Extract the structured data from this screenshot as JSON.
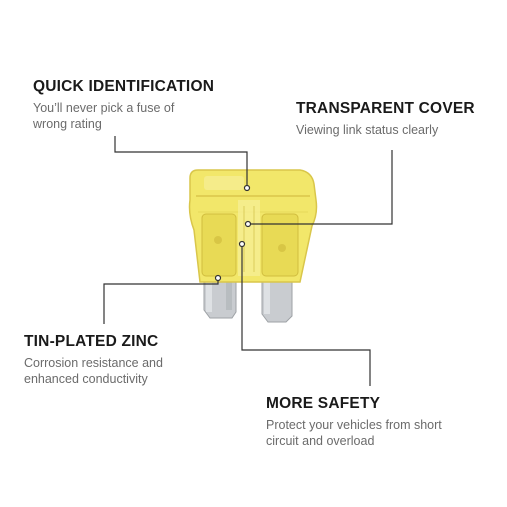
{
  "features": {
    "quick_id": {
      "title": "QUICK IDENTIFICATION",
      "lines": [
        "You’ll never pick a fuse of",
        "wrong rating"
      ]
    },
    "transparent": {
      "title": "TRANSPARENT COVER",
      "lines": [
        "Viewing link status clearly"
      ]
    },
    "tin_zinc": {
      "title": "TIN-PLATED ZINC",
      "lines": [
        "Corrosion resistance and",
        "enhanced conductivity"
      ]
    },
    "safety": {
      "title": "MORE SAFETY",
      "lines": [
        "Protect your vehicles from short",
        "circuit and overload"
      ]
    }
  },
  "colors": {
    "fuse_body": "#f2e76a",
    "fuse_dark": "#d9c64a",
    "terminal": "#c9ccd0",
    "leader_line": "#333333"
  },
  "icons": {
    "fuse": "blade-fuse-icon"
  }
}
